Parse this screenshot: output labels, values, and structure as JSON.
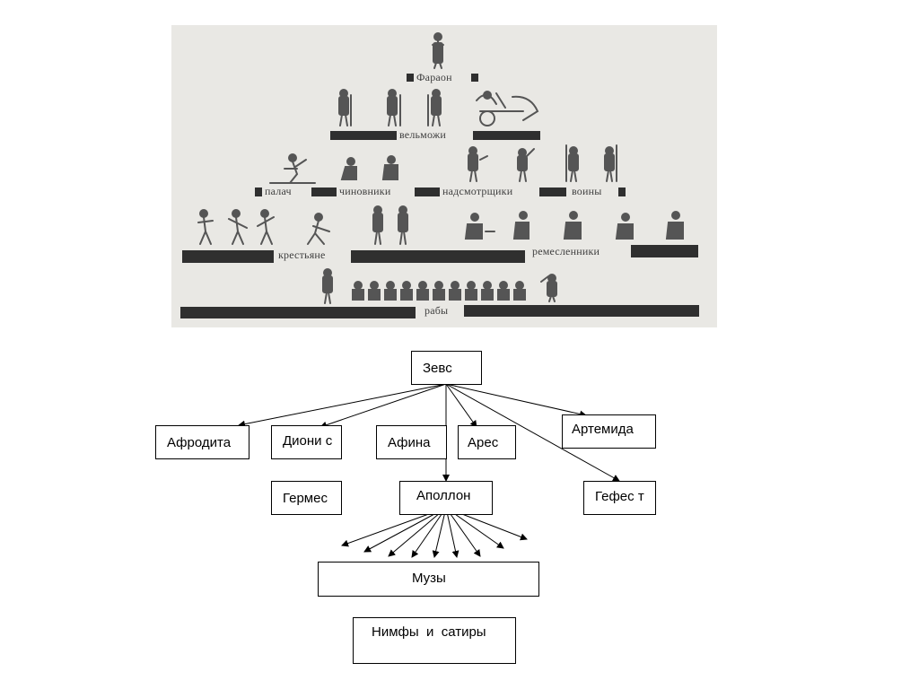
{
  "pyramid": {
    "labels": {
      "pharaoh": "Фараон",
      "nobles": "вельможи",
      "executioner": "палач",
      "officials": "чиновники",
      "overseers": "надсмотрщики",
      "warriors": "воины",
      "peasants": "крестьяне",
      "artisans": "ремесленники",
      "slaves": "рабы"
    },
    "colors": {
      "panel": "#e9e8e4",
      "bar": "#2f2f2f",
      "figure": "#555555"
    }
  },
  "tree": {
    "nodes": {
      "zeus": "Зевс",
      "aphrodite": "Афродита",
      "dionysus": "Диони с",
      "athena": "Афина",
      "ares": "Арес",
      "artemis": "Артемида",
      "hermes": "Гермес",
      "apollo": "Аполлон",
      "hephaestus": "Гефес т",
      "muses": "Музы",
      "nymphs": "Нимфы  и  сатиры"
    }
  }
}
